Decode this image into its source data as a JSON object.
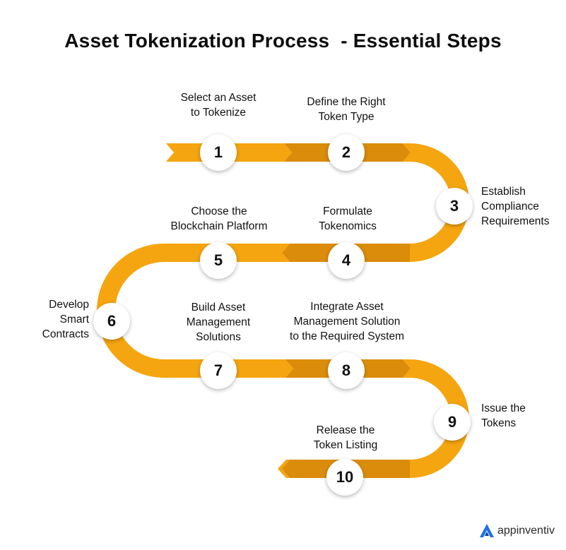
{
  "title": "Asset Tokenization Process  - Essential Steps",
  "colors": {
    "track": "#F5A50F",
    "track_dark": "#DB8C0A",
    "node_bg": "#FFFFFF",
    "brand_icon": "#1F6FE5"
  },
  "steps": [
    {
      "number": "1",
      "label": "Select an Asset\nto Tokenize"
    },
    {
      "number": "2",
      "label": "Define the Right\nToken Type"
    },
    {
      "number": "3",
      "label": "Establish\nCompliance\nRequirements"
    },
    {
      "number": "4",
      "label": "Formulate\nTokenomics"
    },
    {
      "number": "5",
      "label": "Choose the\nBlockchain Platform"
    },
    {
      "number": "6",
      "label": "Develop\nSmart\nContracts"
    },
    {
      "number": "7",
      "label": "Build Asset\nManagement\nSolutions"
    },
    {
      "number": "8",
      "label": "Integrate Asset\nManagement Solution\nto the Required System"
    },
    {
      "number": "9",
      "label": "Issue the\nTokens"
    },
    {
      "number": "10",
      "label": "Release the\nToken Listing"
    }
  ],
  "brand": {
    "name": "appinventiv",
    "icon": "appinventiv-logo-icon"
  }
}
